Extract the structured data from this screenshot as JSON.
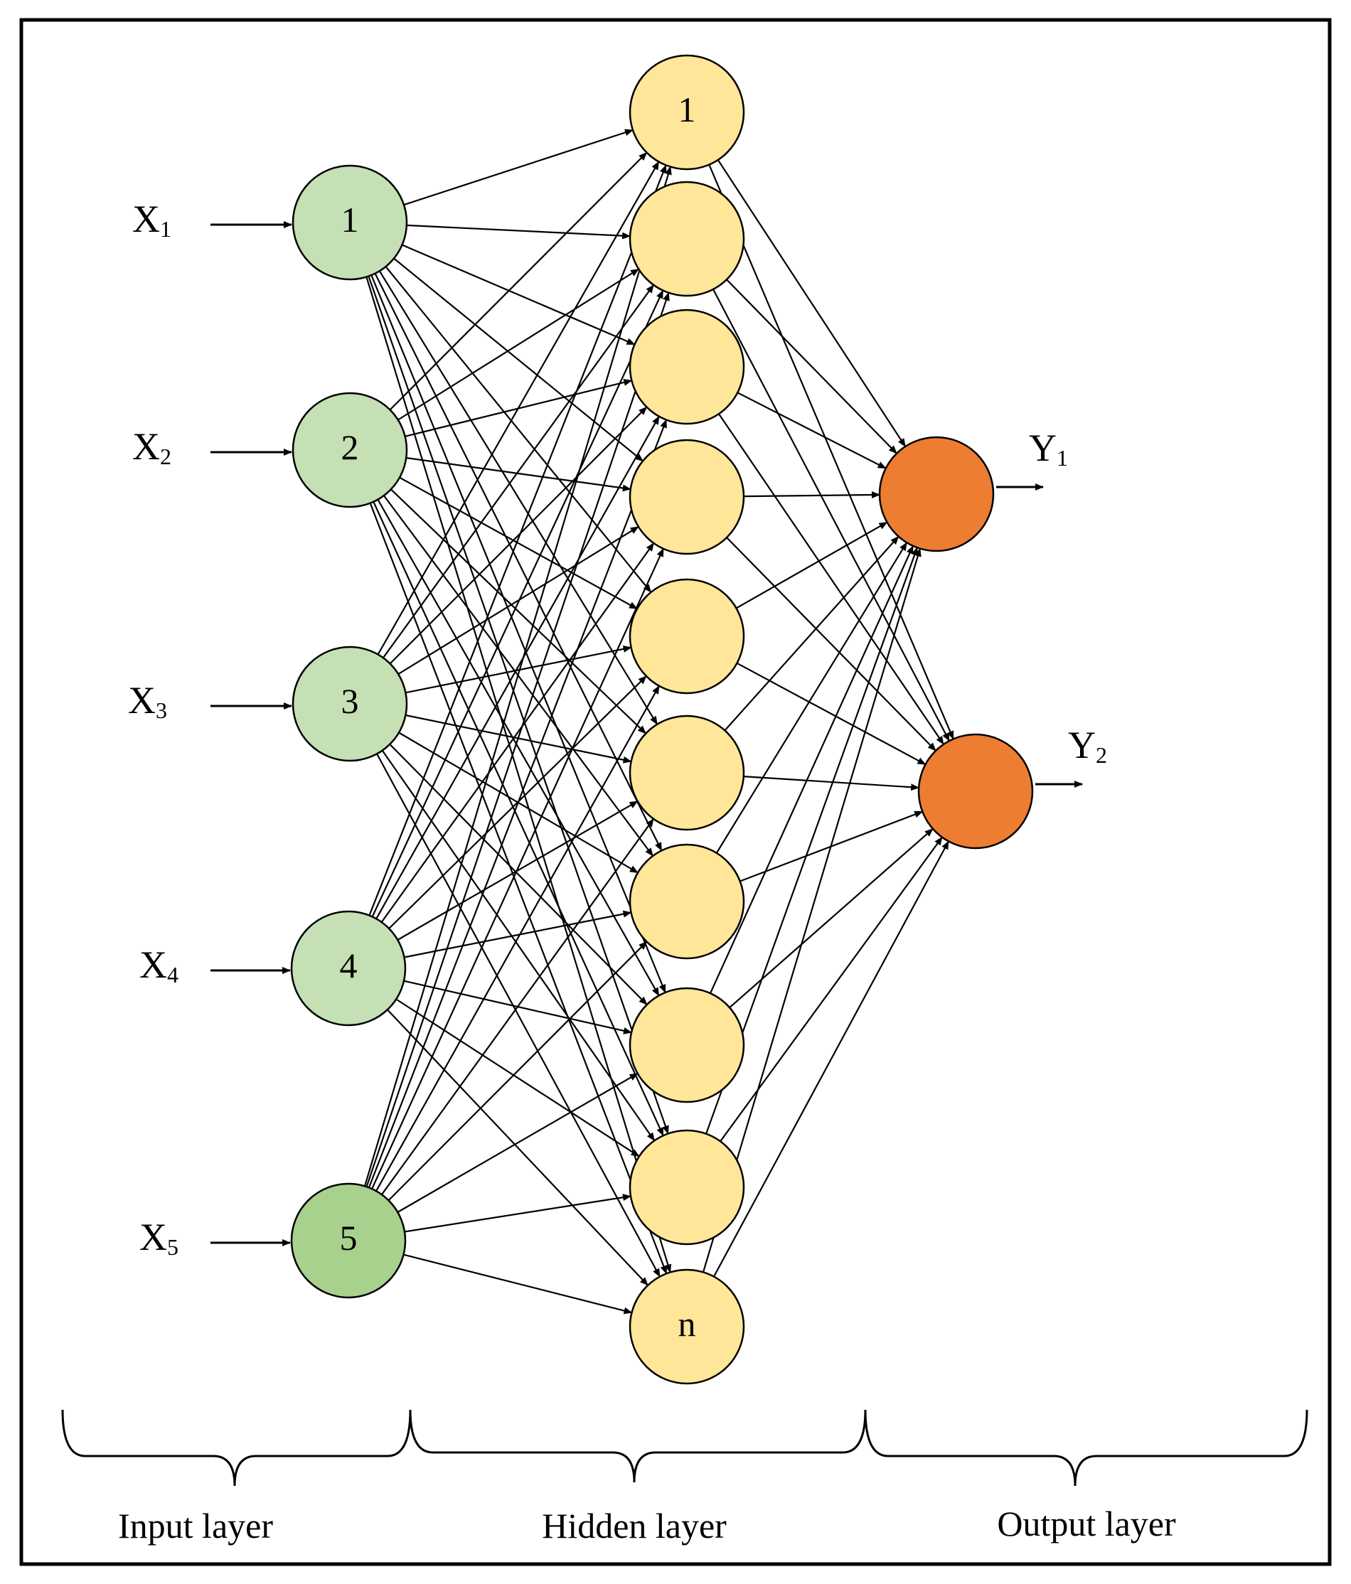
{
  "diagram": {
    "input_layer": {
      "label": "Input layer",
      "nodes": [
        {
          "label": "1",
          "var": "X",
          "sub": "1"
        },
        {
          "label": "2",
          "var": "X",
          "sub": "2"
        },
        {
          "label": "3",
          "var": "X",
          "sub": "3"
        },
        {
          "label": "4",
          "var": "X",
          "sub": "4"
        },
        {
          "label": "5",
          "var": "X",
          "sub": "5"
        }
      ],
      "fill": "#c5e0b4",
      "fill_last": "#a9d18e"
    },
    "hidden_layer": {
      "label": "Hidden layer",
      "nodes": [
        {
          "label": "1"
        },
        {
          "label": ""
        },
        {
          "label": ""
        },
        {
          "label": ""
        },
        {
          "label": ""
        },
        {
          "label": ""
        },
        {
          "label": ""
        },
        {
          "label": ""
        },
        {
          "label": ""
        },
        {
          "label": "n"
        }
      ],
      "fill": "#ffe699"
    },
    "output_layer": {
      "label": "Output layer",
      "nodes": [
        {
          "label": "",
          "var": "Y",
          "sub": "1"
        },
        {
          "label": "",
          "var": "Y",
          "sub": "2"
        }
      ],
      "fill": "#ed7d31"
    }
  }
}
